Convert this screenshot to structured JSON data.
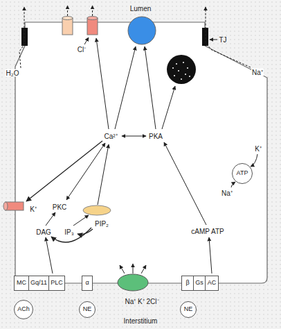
{
  "diagram": {
    "nodes": [
      {
        "text": [
          "ATP"
        ]
      },
      {
        "text": [
          "MC"
        ]
      },
      {
        "text": [
          "Gq/11"
        ]
      },
      {
        "text": [
          "PLC"
        ]
      },
      {
        "text": [
          "α"
        ]
      },
      {
        "text": [
          "β"
        ]
      },
      {
        "text": [
          "Gs"
        ]
      },
      {
        "text": [
          "AC"
        ]
      },
      {
        "text": [
          "ACh"
        ]
      },
      {
        "text": [
          "NE"
        ]
      },
      {
        "text": [
          "NE"
        ]
      }
    ],
    "labels": [
      "Lumen",
      "TJ",
      "H₂O",
      "Cl⁻",
      "Na⁺",
      "Ca²⁺",
      "PKA",
      "K⁺",
      "K⁺",
      "PKC",
      "Na⁺",
      "DAG",
      "IP₃",
      "PIP₂",
      "cAMP ATP",
      "Na⁺ K⁺ 2Cl⁻",
      "Interstitium"
    ]
  }
}
